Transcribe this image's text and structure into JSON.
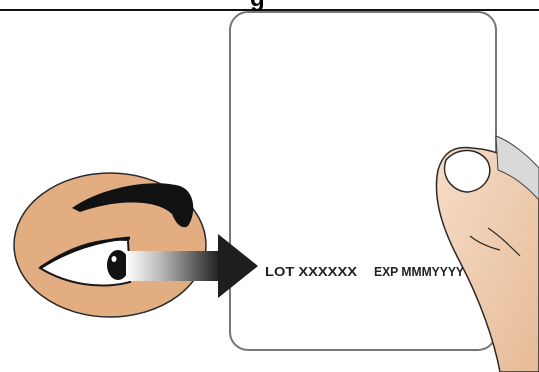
{
  "title_fragment": "g",
  "label": {
    "lot_text": "LOT XXXXXX",
    "exp_text": "EXP MMMYYYY"
  },
  "colors": {
    "skin": "#e3ad82",
    "skin_outline": "#222222",
    "brow": "#111111",
    "iris": "#111111",
    "arrow_dark": "#222222",
    "card_border": "#777777",
    "card_fill": "#ffffff"
  },
  "icons": {
    "eye": "eye-icon",
    "arrow": "arrow-right-icon",
    "hand": "hand-holding-card-icon"
  }
}
